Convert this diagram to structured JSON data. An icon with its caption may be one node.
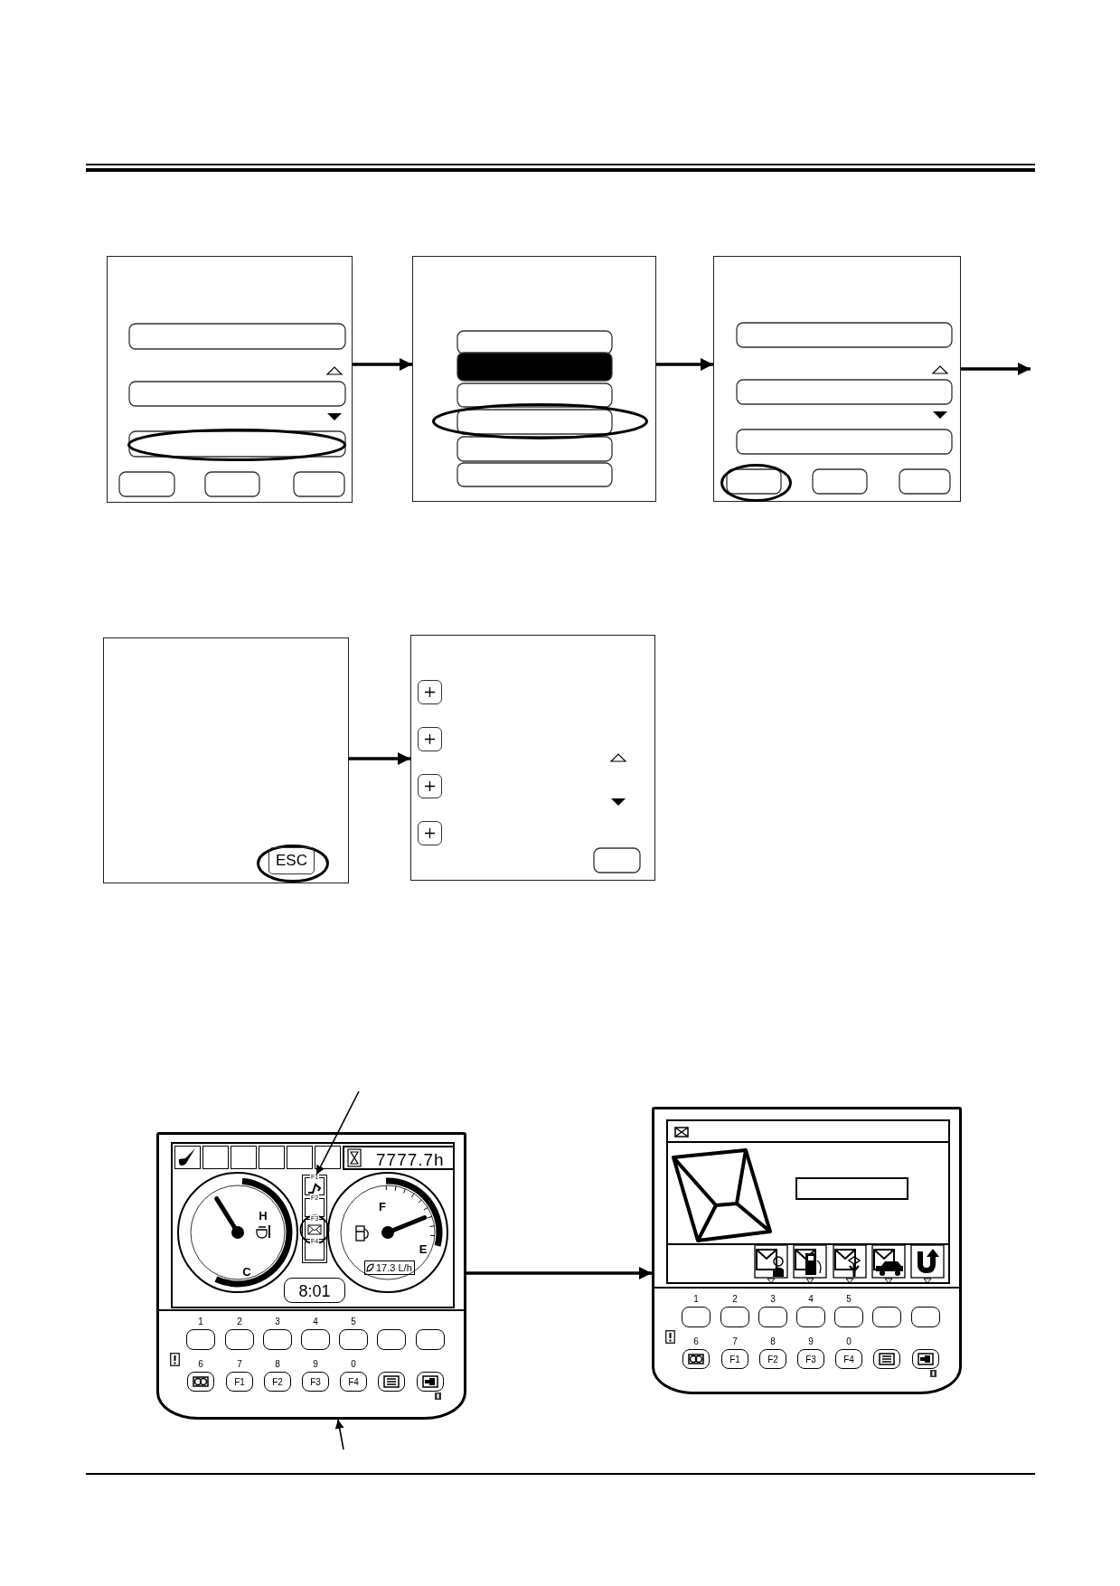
{
  "diagram": {
    "nodes": [
      {
        "text": [],
        "shape": "box"
      },
      {
        "text": [],
        "shape": "box"
      },
      {
        "text": [],
        "shape": "box"
      },
      {
        "text": [],
        "shape": "box"
      },
      {
        "text": [
          "ESC"
        ],
        "in": 3
      },
      {
        "text": [],
        "shape": "box"
      },
      {
        "text": [],
        "shape": "picture"
      },
      {
        "text": [
          "F1"
        ],
        "in": 6
      },
      {
        "text": [
          "F2"
        ],
        "in": 6
      },
      {
        "text": [
          "F3"
        ],
        "in": 6
      },
      {
        "text": [
          "F4"
        ],
        "in": 6
      },
      {
        "text": [],
        "shape": "picture"
      }
    ],
    "edges": [
      {
        "from": 0,
        "to": 1,
        "arrow": "to"
      },
      {
        "from": 1,
        "to": 2,
        "arrow": "to"
      },
      {
        "from": 2,
        "to": null,
        "arrow": "to"
      },
      {
        "from": 3,
        "to": 5,
        "arrow": "to"
      },
      {
        "from": 6,
        "to": 11,
        "arrow": "to"
      },
      {
        "from": null,
        "to": 7,
        "arrow": "to"
      },
      {
        "from": null,
        "to": 6,
        "arrow": "to"
      }
    ],
    "labels": [
      "7777.7h",
      "H",
      "C",
      "F",
      "E",
      "17.3 L/h",
      "8:01",
      "1",
      "2",
      "3",
      "4",
      "5",
      "6",
      "7",
      "8",
      "9",
      "0",
      "F1",
      "F2",
      "F3",
      "F4",
      "1",
      "2",
      "3",
      "4",
      "5",
      "6",
      "7",
      "8",
      "9",
      "0",
      "F1",
      "F2",
      "F3",
      "F4"
    ]
  }
}
